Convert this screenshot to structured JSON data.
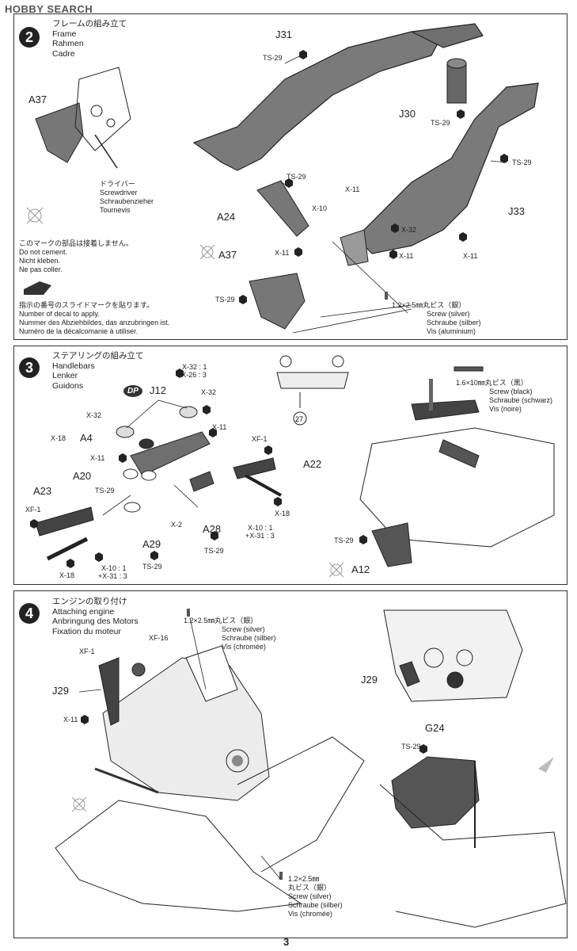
{
  "watermark": {
    "logo": "HOBBY SEARCH"
  },
  "page_number": "3",
  "step2": {
    "number": "2",
    "title": [
      "フレームの組み立て",
      "Frame",
      "Rahmen",
      "Cadre"
    ],
    "labels": {
      "a37_left": "A37",
      "j31": "J31",
      "ts29_a": "TS-29",
      "j30": "J30",
      "ts29_b": "TS-29",
      "ts29_c": "TS-29",
      "ts29_d": "TS-29",
      "a24": "A24",
      "x11_a": "X-11",
      "x10": "X-10",
      "x32": "X-32",
      "x11_b": "X-11",
      "x11_c": "X-11",
      "x11_d": "X-11",
      "j33": "J33",
      "a37_mid": "A37",
      "ts29_e": "TS-29"
    },
    "screwdriver": [
      "ドライバー",
      "Screwdriver",
      "Schraubenzieher",
      "Tournevis"
    ],
    "no_cement": [
      "このマークの部品は接着しません。",
      "Do not cement.",
      "Nicht kleben.",
      "Ne pas coller."
    ],
    "decal": [
      "指示の番号のスライドマークを貼ります。",
      "Number of decal to apply.",
      "Nummer des Abziehbildes, das anzubringen ist.",
      "Numéro de la décalcomanie à utiliser."
    ],
    "screw": [
      "1.2×2.5㎜丸ビス（銀）",
      "Screw (silver)",
      "Schraube (silber)",
      "Vis (aluminium)"
    ]
  },
  "step3": {
    "number": "3",
    "title": [
      "ステアリングの組み立て",
      "Handlebars",
      "Lenker",
      "Guidons"
    ],
    "labels": {
      "x32_1": "X-32 : 1",
      "x26_3": "+X-26 : 3",
      "j12": "J12",
      "x32_a": "X-32",
      "x32_b": "X-32",
      "x11_a": "X-11",
      "x18_a": "X-18",
      "a4": "A4",
      "x11_b": "X-11",
      "xf1_a": "XF-1",
      "a22": "A22",
      "a20": "A20",
      "ts29_a": "TS-29",
      "a23": "A23",
      "xf1_b": "XF-1",
      "x2": "X-2",
      "a28": "A28",
      "x18_b": "X-18",
      "x10_1_a": "X-10 : 1",
      "x31_3_a": "+X-31 : 3",
      "a29": "A29",
      "ts29_b": "TS-29",
      "ts29_c": "TS-29",
      "x18_c": "X-18",
      "x10_1_b": "X-10 : 1",
      "x31_3_b": "+X-31 : 3",
      "ts29_d": "TS-29",
      "a12": "A12",
      "decal_no": "27"
    },
    "dp_mark": "DP",
    "screw": [
      "1.6×10㎜丸ビス（黒）",
      "Screw (black)",
      "Schraube (schwarz)",
      "Vis (noire)"
    ]
  },
  "step4": {
    "number": "4",
    "title": [
      "エンジンの取り付け",
      "Attaching engine",
      "Anbringung des Motors",
      "Fixation du moteur"
    ],
    "labels": {
      "xf16": "XF-16",
      "xf1": "XF-1",
      "j29_a": "J29",
      "x11": "X-11",
      "j29_b": "J29",
      "g24": "G24",
      "ts29": "TS-29"
    },
    "screw_top": [
      "1.2×2.5㎜丸ビス（銀）",
      "Screw (silver)",
      "Schraube (silber)",
      "Vis (chromée)"
    ],
    "screw_bottom": [
      "1.2×2.5㎜",
      "丸ビス（銀）",
      "Screw (silver)",
      "Schraube (silber)",
      "Vis (chromée)"
    ]
  },
  "colors": {
    "part_gray": "#6f6f6f",
    "ink": "#222222",
    "light_gray": "#b8b8b8"
  }
}
